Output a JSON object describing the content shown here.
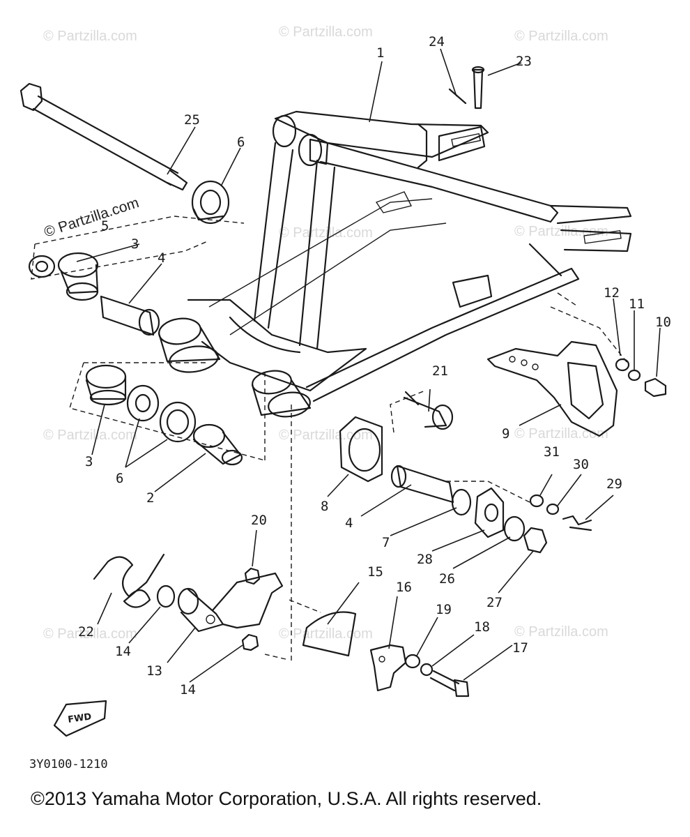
{
  "watermark": {
    "text": "© Partzilla.com"
  },
  "callouts": [
    {
      "id": "1",
      "label": "1"
    },
    {
      "id": "2",
      "label": "2"
    },
    {
      "id": "3a",
      "label": "3"
    },
    {
      "id": "3b",
      "label": "3"
    },
    {
      "id": "4a",
      "label": "4"
    },
    {
      "id": "4b",
      "label": "4"
    },
    {
      "id": "5",
      "label": "5"
    },
    {
      "id": "6a",
      "label": "6"
    },
    {
      "id": "6b",
      "label": "6"
    },
    {
      "id": "7",
      "label": "7"
    },
    {
      "id": "8",
      "label": "8"
    },
    {
      "id": "9",
      "label": "9"
    },
    {
      "id": "10",
      "label": "10"
    },
    {
      "id": "11",
      "label": "11"
    },
    {
      "id": "12",
      "label": "12"
    },
    {
      "id": "13",
      "label": "13"
    },
    {
      "id": "14a",
      "label": "14"
    },
    {
      "id": "14b",
      "label": "14"
    },
    {
      "id": "15",
      "label": "15"
    },
    {
      "id": "16",
      "label": "16"
    },
    {
      "id": "17",
      "label": "17"
    },
    {
      "id": "18",
      "label": "18"
    },
    {
      "id": "19",
      "label": "19"
    },
    {
      "id": "20",
      "label": "20"
    },
    {
      "id": "21",
      "label": "21"
    },
    {
      "id": "22",
      "label": "22"
    },
    {
      "id": "23",
      "label": "23"
    },
    {
      "id": "24",
      "label": "24"
    },
    {
      "id": "25",
      "label": "25"
    },
    {
      "id": "26",
      "label": "26"
    },
    {
      "id": "27",
      "label": "27"
    },
    {
      "id": "28",
      "label": "28"
    },
    {
      "id": "29",
      "label": "29"
    },
    {
      "id": "30",
      "label": "30"
    },
    {
      "id": "31",
      "label": "31"
    }
  ],
  "fwd_label": "FWD",
  "diagram_code": "3Y0100-1210",
  "copyright": "©2013 Yamaha Motor Corporation, U.S.A. All rights reserved."
}
